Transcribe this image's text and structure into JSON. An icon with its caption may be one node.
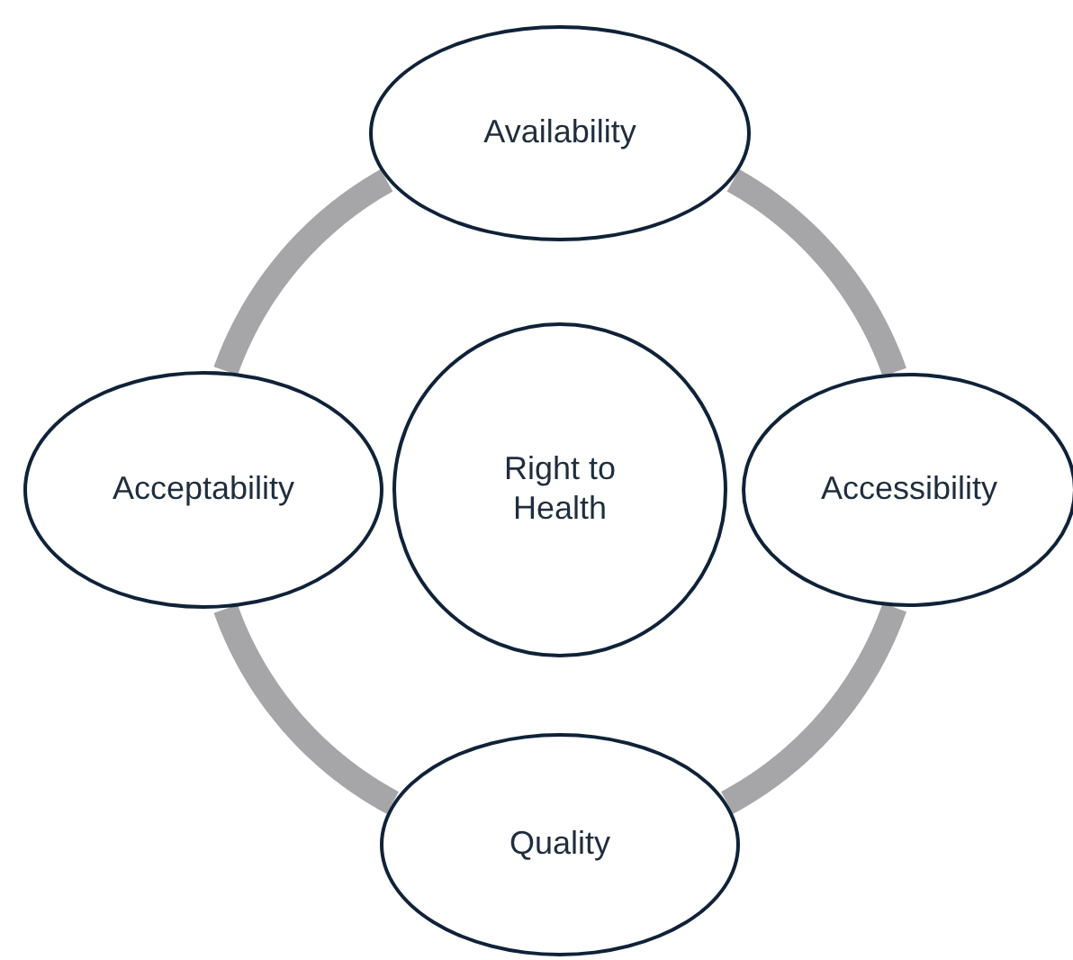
{
  "diagram": {
    "nodes": [
      {
        "text": [
          "Availability"
        ]
      },
      {
        "text": [
          "Acceptability"
        ]
      },
      {
        "text": [
          "Right to Health"
        ]
      },
      {
        "text": [
          "Accessibility"
        ]
      },
      {
        "text": [
          "Quality"
        ]
      }
    ],
    "edges": [
      {
        "from": 0,
        "to": 3,
        "arrow": "none"
      },
      {
        "from": 3,
        "to": 4,
        "arrow": "none"
      },
      {
        "from": 4,
        "to": 1,
        "arrow": "none"
      },
      {
        "from": 1,
        "to": 0,
        "arrow": "none"
      }
    ]
  }
}
